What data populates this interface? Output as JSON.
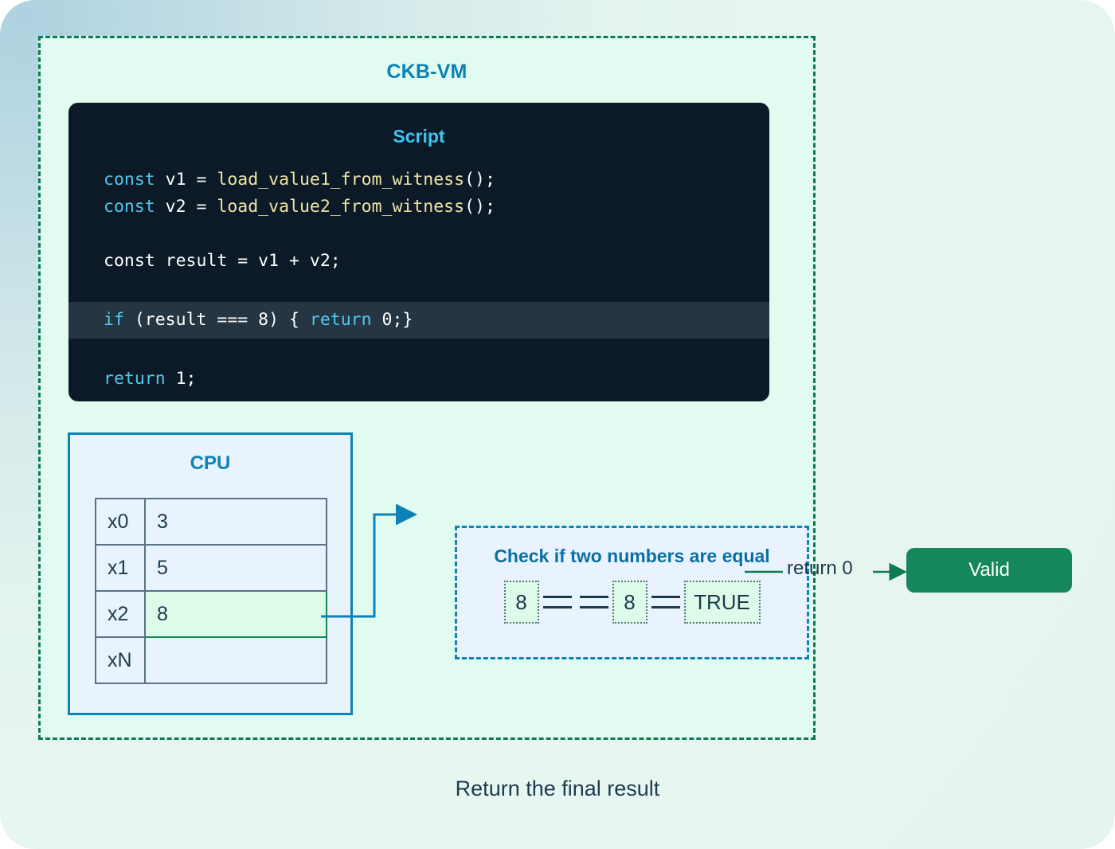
{
  "vm": {
    "title": "CKB-VM"
  },
  "script": {
    "title": "Script",
    "lines": [
      {
        "id": "line1",
        "highlight": false,
        "tokens": [
          {
            "t": "const ",
            "c": "kw"
          },
          {
            "t": "v1 = ",
            "c": "pl"
          },
          {
            "t": "load_value1_from_witness",
            "c": "fn"
          },
          {
            "t": "();",
            "c": "pl"
          }
        ]
      },
      {
        "id": "line2",
        "highlight": false,
        "tokens": [
          {
            "t": "const ",
            "c": "kw"
          },
          {
            "t": "v2 = ",
            "c": "pl"
          },
          {
            "t": "load_value2_from_witness",
            "c": "fn"
          },
          {
            "t": "();",
            "c": "pl"
          }
        ]
      },
      {
        "id": "blank1",
        "highlight": false,
        "tokens": [
          {
            "t": " ",
            "c": "pl"
          }
        ]
      },
      {
        "id": "line3",
        "highlight": false,
        "tokens": [
          {
            "t": "const result = v1 + v2;",
            "c": "pl"
          }
        ]
      },
      {
        "id": "blank2",
        "highlight": false,
        "tokens": [
          {
            "t": " ",
            "c": "pl"
          }
        ]
      },
      {
        "id": "line4",
        "highlight": true,
        "tokens": [
          {
            "t": "if ",
            "c": "kw"
          },
          {
            "t": "(result === 8) { ",
            "c": "pl"
          },
          {
            "t": "return ",
            "c": "kw"
          },
          {
            "t": "0;}",
            "c": "pl"
          }
        ]
      },
      {
        "id": "blank3",
        "highlight": false,
        "tokens": [
          {
            "t": " ",
            "c": "pl"
          }
        ]
      },
      {
        "id": "line5",
        "highlight": false,
        "tokens": [
          {
            "t": "return ",
            "c": "kw"
          },
          {
            "t": "1;",
            "c": "pl"
          }
        ]
      }
    ],
    "plain_text": [
      "const v1 = load_value1_from_witness();",
      "const v2 = load_value2_from_witness();",
      "",
      "const result = v1 + v2;",
      "",
      "if (result === 8) { return 0;}",
      "",
      "return 1;"
    ]
  },
  "cpu": {
    "title": "CPU",
    "registers": [
      {
        "name": "x0",
        "value": "3",
        "active": false
      },
      {
        "name": "x1",
        "value": "5",
        "active": false
      },
      {
        "name": "x2",
        "value": "8",
        "active": true
      },
      {
        "name": "xN",
        "value": "",
        "active": false
      }
    ]
  },
  "check": {
    "title": "Check if two numbers are equal",
    "left_operand": "8",
    "right_operand": "8",
    "result": "TRUE",
    "operator": "==",
    "equals": "="
  },
  "result": {
    "return_label": "return 0",
    "valid_label": "Valid"
  },
  "caption": "Return the final result",
  "colors": {
    "accent_blue": "#0b82b8",
    "accent_green": "#0d7a52",
    "valid_green": "#16875a",
    "script_bg": "#0b1a26",
    "vm_bg": "#e1fbf0",
    "panel_bg": "#e8f3fd",
    "highlight_green": "#dcfbe8"
  }
}
